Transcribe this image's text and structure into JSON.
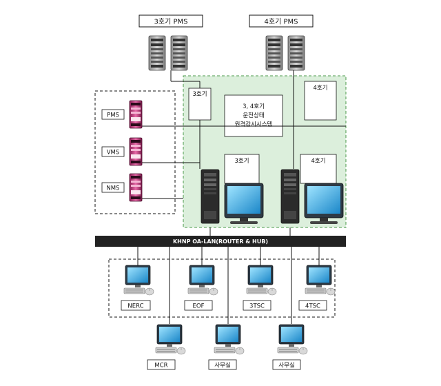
{
  "pms_groups": {
    "unit3": "3호기 PMS",
    "unit4": "4호기 PMS"
  },
  "left_cluster": [
    {
      "label": "PMS"
    },
    {
      "label": "VMS"
    },
    {
      "label": "NMS"
    }
  ],
  "green_zone": {
    "box_unit3_top": "3호기",
    "box_unit4_top": "4호기",
    "center_line1": "3, 4호기",
    "center_line2": "운전상태",
    "center_line3": "원격감시시스템",
    "box_unit3_mid": "3호기",
    "box_unit4_mid": "4호기"
  },
  "bus": {
    "label": "KHNP OA-LAN(ROUTER & HUB)"
  },
  "lan_stations": [
    {
      "label": "NERC"
    },
    {
      "label": "EOF"
    },
    {
      "label": "3TSC"
    },
    {
      "label": "4TSC"
    }
  ],
  "bottom_stations": [
    {
      "label": "MCR"
    },
    {
      "label": "사무실"
    },
    {
      "label": "사무실"
    }
  ],
  "colors": {
    "green_fill": "#dcefdc",
    "green_border": "#4a9a4a",
    "bus": "#222222",
    "server_magenta": "#c8317e"
  }
}
